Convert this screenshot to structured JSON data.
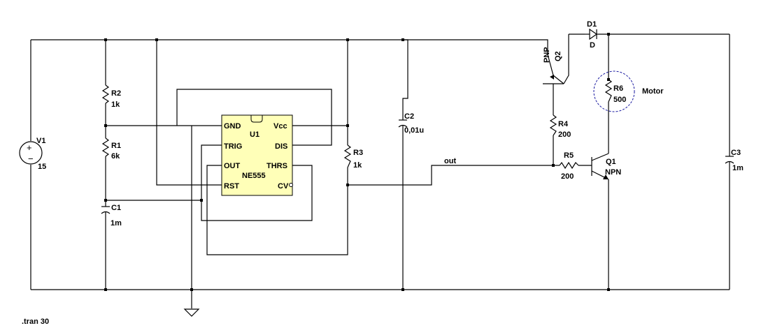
{
  "components": {
    "v1": {
      "ref": "V1",
      "value": "15"
    },
    "r2": {
      "ref": "R2",
      "value": "1k"
    },
    "r1": {
      "ref": "R1",
      "value": "6k"
    },
    "c1": {
      "ref": "C1",
      "value": "1m"
    },
    "r3": {
      "ref": "R3",
      "value": "1k"
    },
    "c2": {
      "ref": "C2",
      "value": "0,01u"
    },
    "u1": {
      "ref": "U1",
      "value": "NE555",
      "pins": {
        "gnd": "GND",
        "trig": "TRIG",
        "out": "OUT",
        "rst": "RST",
        "vcc": "Vcc",
        "dis": "DIS",
        "thrs": "THRS",
        "cv": "CV"
      }
    },
    "q2": {
      "ref": "Q2",
      "value": "PNP"
    },
    "r4": {
      "ref": "R4",
      "value": "200"
    },
    "r5": {
      "ref": "R5",
      "value": "200"
    },
    "q1": {
      "ref": "Q1",
      "value": "NPN"
    },
    "r6": {
      "ref": "R6",
      "value": "500"
    },
    "motor": {
      "label": "Motor"
    },
    "d1": {
      "ref": "D1",
      "value": "D"
    },
    "c3": {
      "ref": "C3",
      "value": "1m"
    }
  },
  "nets": {
    "out": "out"
  },
  "directive": ".tran 30"
}
